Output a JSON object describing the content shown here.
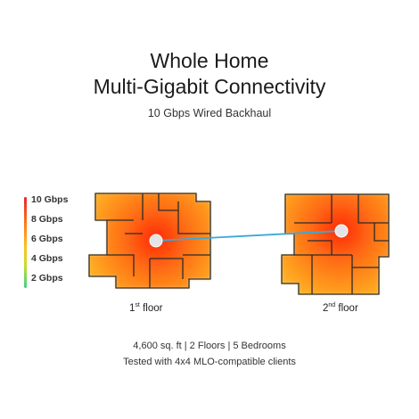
{
  "header": {
    "title_line1": "Whole Home",
    "title_line2": "Multi-Gigabit Connectivity",
    "subtitle": "10 Gbps Wired Backhaul"
  },
  "legend": {
    "items": [
      "10 Gbps",
      "8 Gbps",
      "6 Gbps",
      "4 Gbps",
      "2 Gbps"
    ]
  },
  "floors": [
    {
      "number": "1",
      "suffix": "st",
      "label": "floor"
    },
    {
      "number": "2",
      "suffix": "nd",
      "label": "floor"
    }
  ],
  "footer": {
    "line1": "4,600 sq. ft | 2 Floors | 5 Bedrooms",
    "line2": "Tested with 4x4 MLO-compatible clients"
  },
  "colors": {
    "heat_center": "#ff3a10",
    "heat_mid": "#ff8a1a",
    "heat_edge": "#ffb52a",
    "backhaul_line": "#39a9d8",
    "wall": "#2b2b2b"
  }
}
